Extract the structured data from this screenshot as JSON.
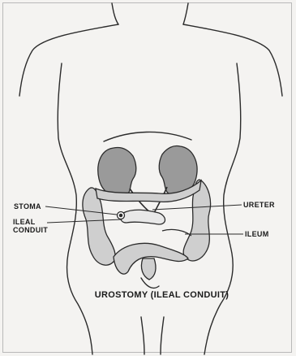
{
  "labels": {
    "stoma": "STOMA",
    "ileal_line1": "ILEAL",
    "ileal_line2": "CONDUIT",
    "ureter": "URETER",
    "ileum": "ILEUM"
  },
  "caption": "UROSTOMY (ILEAL CONDUIT)",
  "colors": {
    "background": "#f4f3f1",
    "line": "#2b2b2b",
    "kidney_fill": "#9a9a9a",
    "colon_fill": "#cfcfcf"
  }
}
